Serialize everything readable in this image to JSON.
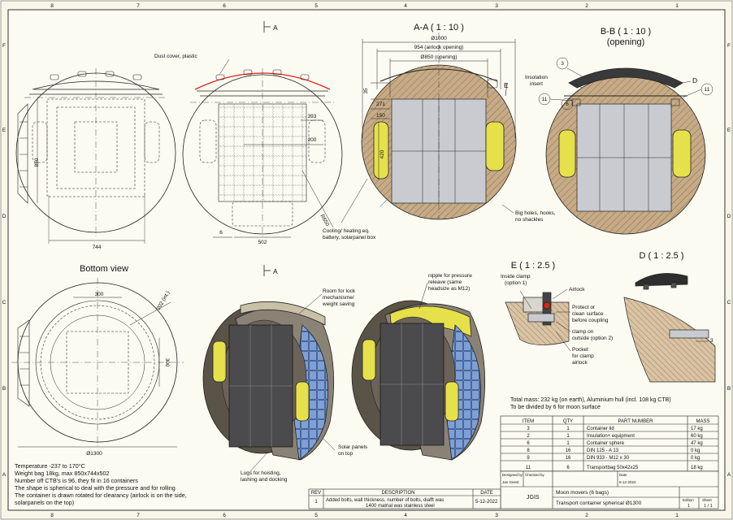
{
  "border": {
    "columns_top": [
      "8",
      "7",
      "6",
      "5",
      "4",
      "3",
      "2",
      "1"
    ],
    "columns_bottom": [
      "8",
      "7",
      "6",
      "5",
      "4",
      "3",
      "2",
      "1"
    ],
    "rows": [
      "F",
      "E",
      "D",
      "C",
      "B",
      "A"
    ]
  },
  "views": {
    "section_a_title": "A-A ( 1 : 10 )",
    "section_b_title": "B-B ( 1 : 10 )",
    "section_b_sub": "(opening)",
    "detail_e_title": "E ( 1 : 2.5 )",
    "detail_d_title": "D ( 1 : 2.5 )",
    "bottom_title": "Bottom view",
    "cut_mark": "A"
  },
  "dims": {
    "d1000": "Ø1000",
    "d954": "954 (airlock opening)",
    "d850o": "Ø850 (opening)",
    "d35": "35",
    "d271": "271",
    "d150": "150",
    "d420": "420",
    "d393": "393",
    "d200": "200",
    "d850": "850",
    "d744": "744",
    "d502": "502",
    "d6": "6",
    "r650": "R650",
    "d300a": "300",
    "d300b": "300",
    "d202": "202 (int.)",
    "d1300": "Ø1300",
    "b3": "3",
    "b11a": "11",
    "b11b": "11",
    "b6": "6",
    "b3d": "3",
    "le": "E",
    "ld": "D"
  },
  "annotations": {
    "dust_cover": "Dust cover, plastic",
    "cooling": "Cooling/ heating eq.\nbattery, solarpanel box",
    "insulation": "Insolation\ninsert",
    "big_holes": "Big holes, hooks,\nno shackles",
    "room_lock": "Room for lock\nmechanisme/\nweight saving",
    "nipple": "nipple for pressure\nreleave (same\nheadsize as M12)",
    "inside_clamp": "Inside clamp\n(option 1)",
    "airlock": "Airlock",
    "protect": "Protect or\nclean surface\nbefore coupling",
    "clamp_outside": "clamp on\noutside (option 2)",
    "pocket": "Pocket\nfor clamp\nairlock",
    "solar": "Solar panels\non top",
    "lugs": "Lugs for hoisting,\nlashing and docking"
  },
  "notes": [
    "Temperature -237 to 170°C",
    "Weight bag 18kg, max 850x744x502",
    "Number off CTB's is 96, they fit in 16 containers",
    "The shape is spherical to deal with the pressure and for rolling",
    "The container is drawn rotated for clearancy (airlock is on the side,",
    "solarpanels on the top)"
  ],
  "mass_notes": [
    "Total mass: 232 kg (on earth), Aluminium hull (incl. 108 kg CTB)",
    "To be divided by 6 for moon surface"
  ],
  "bom": {
    "headers": [
      "ITEM",
      "QTY",
      "PART NUMBER",
      "MASS"
    ],
    "rows": [
      [
        "3",
        "1",
        "Container lid",
        "17 kg"
      ],
      [
        "2",
        "1",
        "Insulation+ equipment",
        "60 kg"
      ],
      [
        "6",
        "1",
        "Container sphere",
        "47 kg"
      ],
      [
        "8",
        "16",
        "DIN 125 - A 13",
        "0 kg"
      ],
      [
        "9",
        "16",
        "DIN 933 - M12  x 30",
        "0 kg"
      ],
      [
        "11",
        "6",
        "Transportbag 50x42x25",
        "18 kg"
      ]
    ]
  },
  "title_block": {
    "designed_by_label": "Designed by",
    "designed_by": "Jan Geest",
    "checked_by_label": "Checked by",
    "date_label": "Date",
    "date": "5-12-2022",
    "company": "JGIS",
    "project": "Moon movers (6 bags)",
    "title": "Transport container spherical Ø1300",
    "edition_label": "Edition",
    "edition": "1",
    "sheet_label": "Sheet",
    "sheet": "1 / 1"
  },
  "revision": {
    "headers": [
      "REV",
      "DESCRIPTION",
      "DATE"
    ],
    "rev": "1",
    "description": "Added bolts, wall thickness, number of bolts, diafft was\n1400 matrial was stainless steel",
    "date": "5-12-2022"
  },
  "colors": {
    "hatch": "#b89c7a",
    "hatch_line": "#6a553d",
    "panel_gray": "#c9cbd1",
    "insulation_yellow": "#e6e04a",
    "dust_cover_red": "#d9261c",
    "solar_blue": "#6d8fc8",
    "hull_dark": "#5a5347",
    "lid_dark": "#2e2e2e"
  }
}
